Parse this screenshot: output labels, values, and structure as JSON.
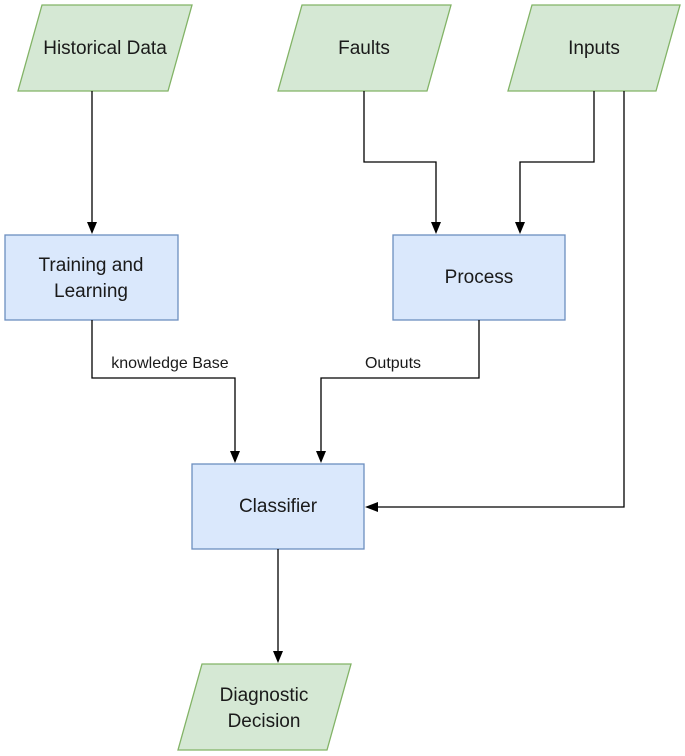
{
  "inputs": {
    "historical_data": "Historical Data",
    "faults": "Faults",
    "inputs": "Inputs"
  },
  "processes": {
    "training_line1": "Training and",
    "training_line2": "Learning",
    "process": "Process",
    "classifier": "Classifier"
  },
  "outputs": {
    "decision_line1": "Diagnostic",
    "decision_line2": "Decision"
  },
  "edge_labels": {
    "knowledge_base": "knowledge Base",
    "outputs": "Outputs"
  },
  "colors": {
    "io_fill": "#d5e8d4",
    "io_stroke": "#82b366",
    "process_fill": "#dae8fc",
    "process_stroke": "#6c8ebf"
  }
}
